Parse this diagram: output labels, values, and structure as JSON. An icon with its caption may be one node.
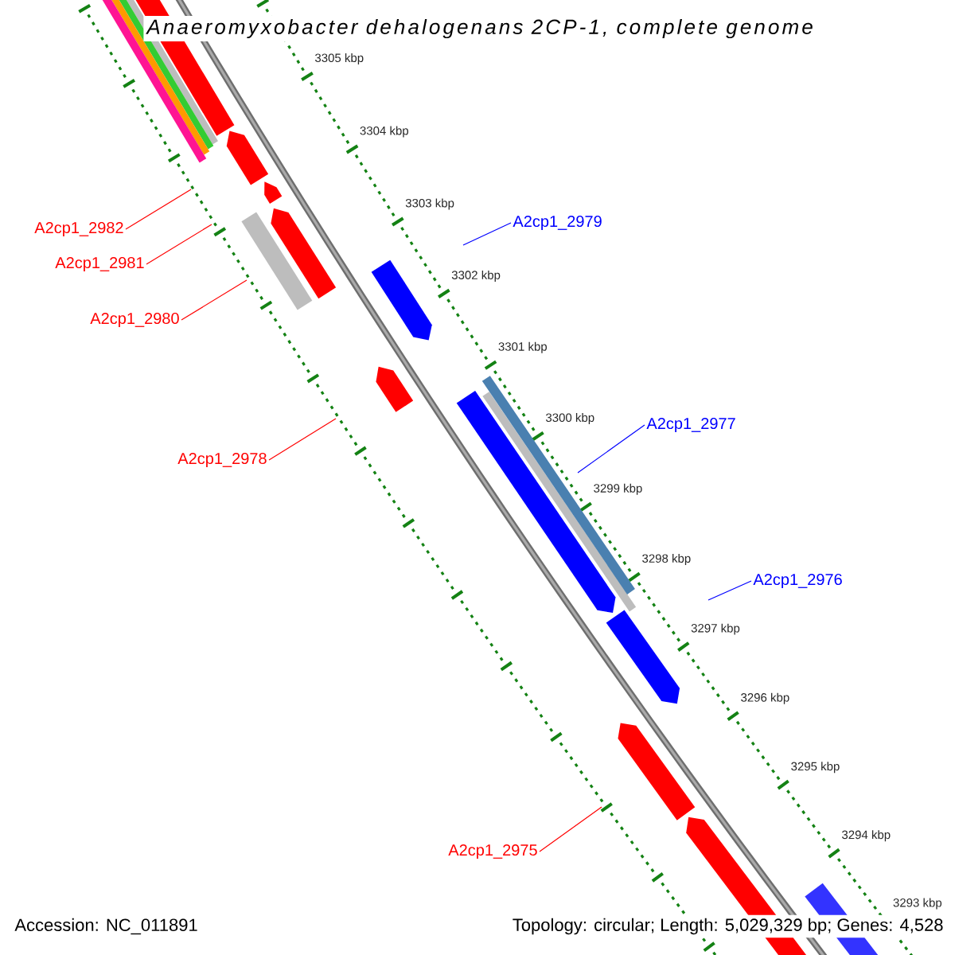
{
  "diagram": {
    "title": "Anaeromyxobacter dehalogenans 2CP-1, complete genome",
    "nodes": [
      {
        "text": [
          "A2cp1_2979"
        ]
      },
      {
        "text": [
          "A2cp1_2982"
        ]
      },
      {
        "text": [
          "A2cp1_2981"
        ]
      },
      {
        "text": [
          "A2cp1_2980"
        ]
      },
      {
        "text": [
          "A2cp1_2977"
        ]
      },
      {
        "text": [
          "A2cp1_2978"
        ]
      },
      {
        "text": [
          "A2cp1_2976"
        ]
      },
      {
        "text": [
          "A2cp1_2975"
        ]
      }
    ],
    "edges": [
      {
        "from": 0,
        "to": null,
        "arrow": "none",
        "color": "#0000ff"
      },
      {
        "from": 1,
        "to": null,
        "arrow": "none"
      },
      {
        "from": 2,
        "to": null,
        "arrow": "none"
      },
      {
        "from": 3,
        "to": null,
        "arrow": "none"
      },
      {
        "from": 4,
        "to": null,
        "arrow": "none",
        "color": "#0000ff"
      },
      {
        "from": 5,
        "to": null,
        "arrow": "none"
      },
      {
        "from": 6,
        "to": null,
        "arrow": "none",
        "color": "#0000ff"
      },
      {
        "from": 7,
        "to": null,
        "arrow": "none"
      }
    ],
    "labels": [
      "3305 kbp",
      "3304 kbp",
      "3303 kbp",
      "3302 kbp",
      "3301 kbp",
      "3300 kbp",
      "3299 kbp",
      "3298 kbp",
      "3297 kbp",
      "3296 kbp",
      "3295 kbp",
      "3294 kbp",
      "3293 kbp",
      "Accession: NC_011891",
      "Topology: circular; Length: 5,029,329 bp; Genes: 4,528"
    ]
  }
}
